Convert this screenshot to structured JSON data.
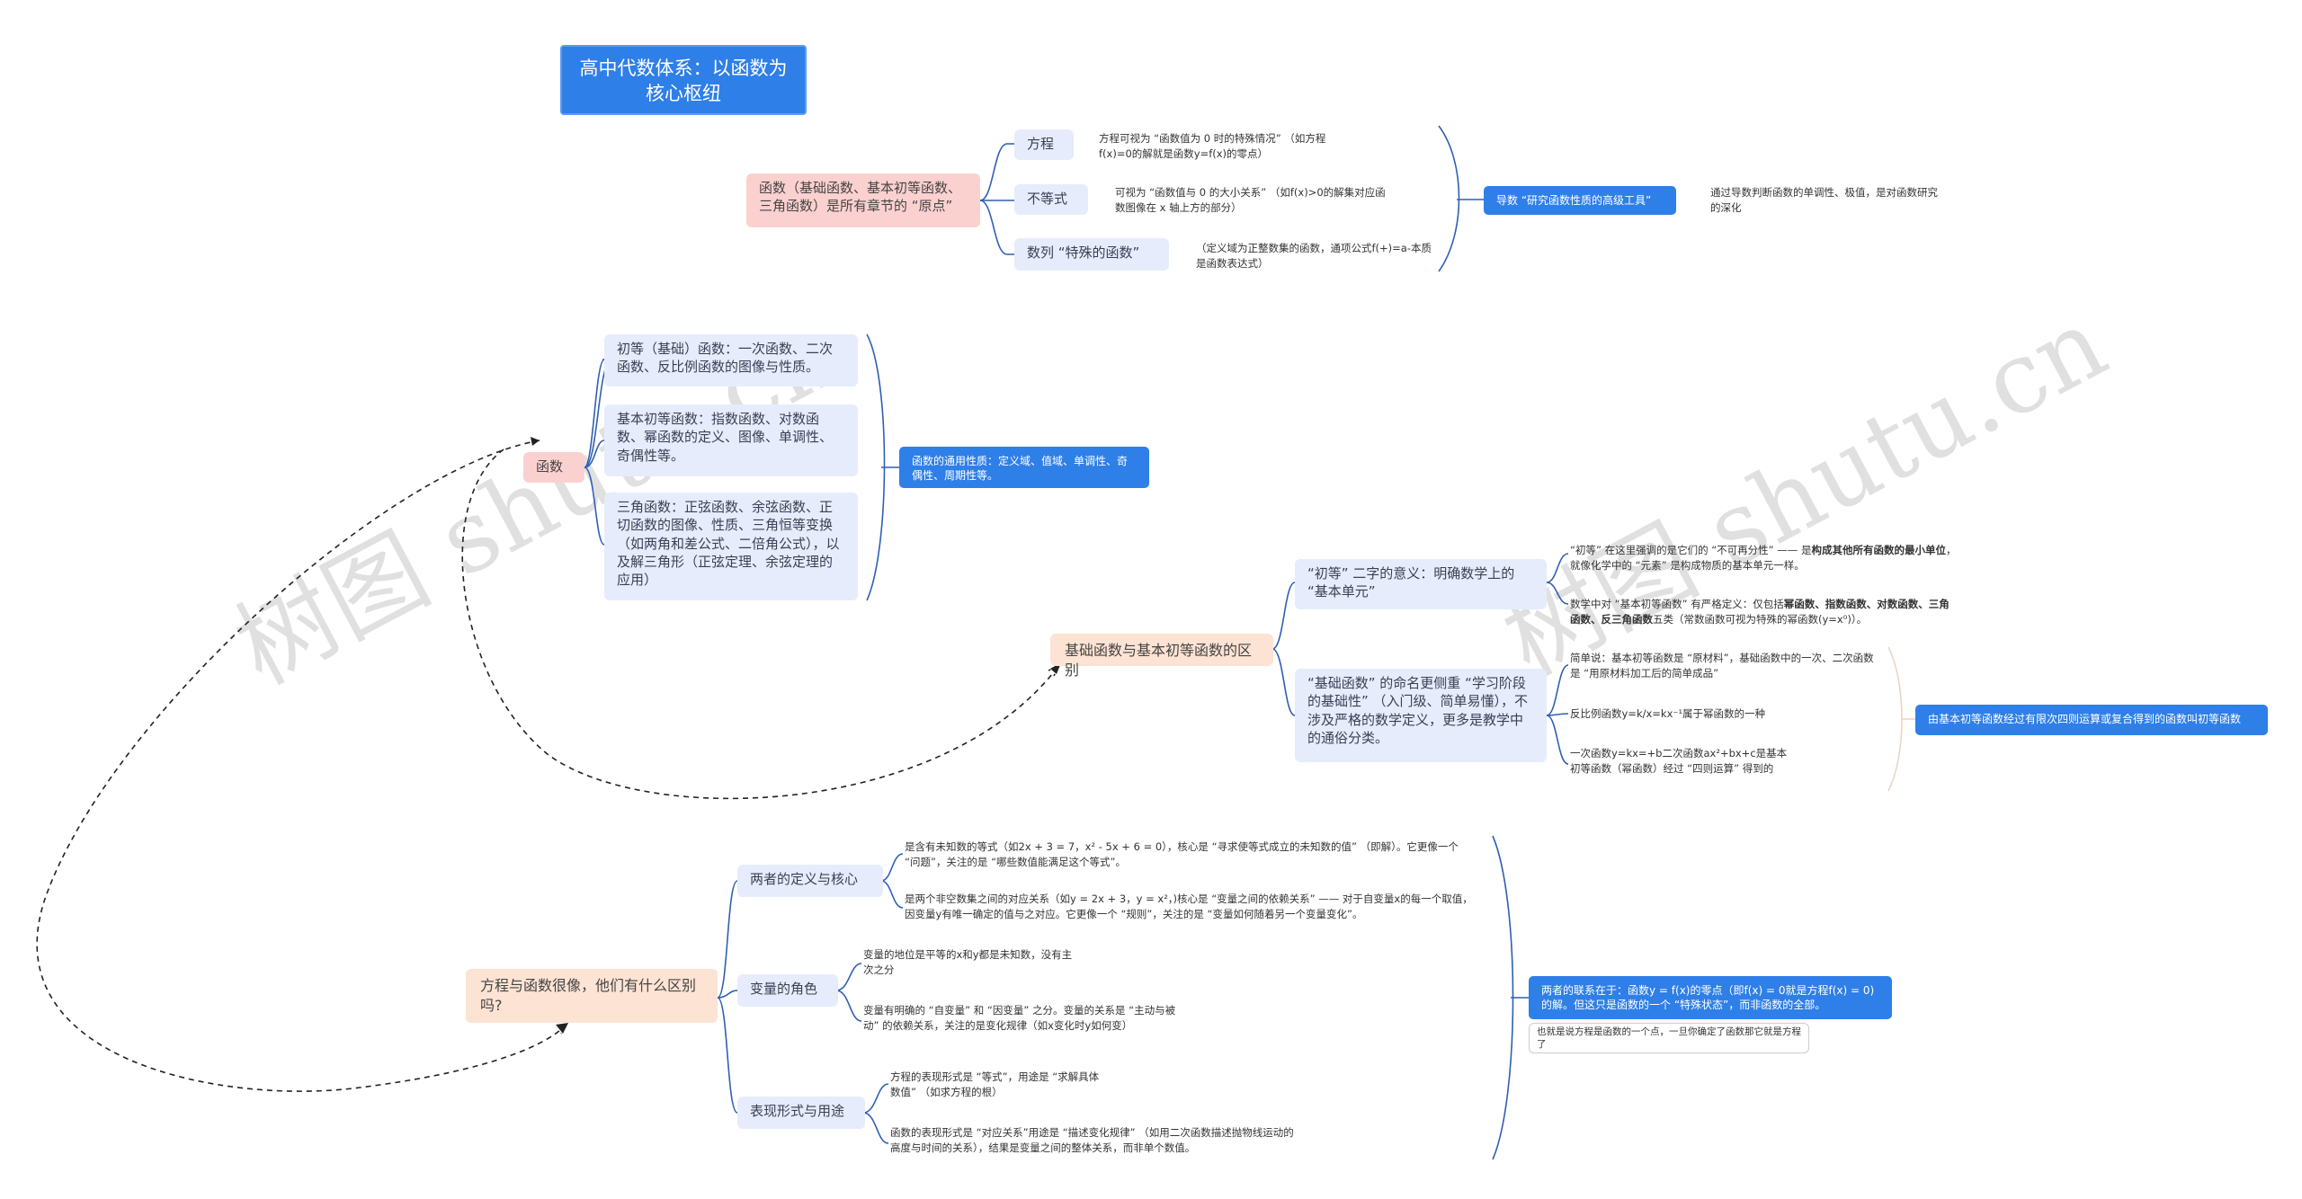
{
  "root": {
    "title": "高中代数体系：以函数为核心枢纽"
  },
  "section1": {
    "main": "函数（基础函数、基本初等函数、三角函数）是所有章节的 “原点”",
    "branches": [
      {
        "label": "方程",
        "detail": "方程可视为 “函数值为 0 时的特殊情况” （如方程f(x)=0的解就是函数y=f(x)的零点）"
      },
      {
        "label": "不等式",
        "detail": "可视为 “函数值与 0 的大小关系” （如f(x)>0的解集对应函数图像在 x 轴上方的部分）"
      },
      {
        "label": "数列 “特殊的函数”",
        "detail": "（定义域为正整数集的函数，通项公式f(+)=a-本质是函数表达式）"
      }
    ],
    "summary": "导数 “研究函数性质的高级工具”",
    "summary_detail": "通过导数判断函数的单调性、极值，是对函数研究的深化"
  },
  "section2": {
    "main": "函数",
    "branches": [
      "初等（基础）函数：一次函数、二次函数、反比例函数的图像与性质。",
      "基本初等函数：指数函数、对数函数、幂函数的定义、图像、单调性、奇偶性等。",
      "三角函数：正弦函数、余弦函数、正切函数的图像、性质、三角恒等变换（如两角和差公式、二倍角公式），以及解三角形（正弦定理、余弦定理的应用）"
    ],
    "summary": "函数的通用性质：定义域、值域、单调性、奇偶性、周期性等。"
  },
  "section3": {
    "main": "基础函数与基本初等函数的区别",
    "branch1": {
      "label": "“初等” 二字的意义：明确数学上的 “基本单元”",
      "d1_pre": "“初等” 在这里强调的是它们的 “不可再分性” —— 是",
      "d1_bold": "构成其他所有函数的最小单位",
      "d1_post": "，就像化学中的 “元素” 是构成物质的基本单元一样。",
      "d2_pre": "数学中对 “基本初等函数” 有严格定义：仅包括",
      "d2_bold": "幂函数、指数函数、对数函数、三角函数、反三角函数",
      "d2_post": "五类（常数函数可视为特殊的幂函数(y=x⁰)）。"
    },
    "branch2": {
      "label": "“基础函数” 的命名更侧重 “学习阶段的基础性” （入门级、简单易懂），不涉及严格的数学定义，更多是教学中的通俗分类。",
      "d1": "简单说：基本初等函数是 “原材料”，基础函数中的一次、二次函数是 “用原材料加工后的简单成品”",
      "d2": "反比例函数y=k/x=kx⁻¹属于幂函数的一种",
      "d3": "一次函数y=kx=+b二次函数ax²+bx+c是基本初等函数（幂函数）经过 “四则运算” 得到的"
    },
    "summary": "由基本初等函数经过有限次四则运算或复合得到的函数叫初等函数"
  },
  "section4": {
    "main": "方程与函数很像，他们有什么区别吗?",
    "branches": [
      {
        "label": "两者的定义与核心",
        "d1": "是含有未知数的等式（如2x + 3 = 7，x² - 5x + 6 = 0），核心是 “寻求使等式成立的未知数的值” （即解）。它更像一个 “问题”，关注的是 “哪些数值能满足这个等式”。",
        "d2": "是两个非空数集之间的对应关系（如y = 2x + 3，y = x²，)核心是 “变量之间的依赖关系” —— 对于自变量x的每一个取值，因变量y有唯一确定的值与之对应。它更像一个 “规则”，关注的是 “变量如何随着另一个变量变化”。"
      },
      {
        "label": "变量的角色",
        "d1": "变量的地位是平等的x和y都是未知数，没有主次之分",
        "d2": "变量有明确的 “自变量” 和 “因变量” 之分。变量的关系是 “主动与被动” 的依赖关系，关注的是变化规律（如x变化时y如何变）"
      },
      {
        "label": "表现形式与用途",
        "d1": "方程的表现形式是 “等式”，用途是 “求解具体数值” （如求方程的根）",
        "d2": "函数的表现形式是 “对应关系”用途是 “描述变化规律” （如用二次函数描述抛物线运动的高度与时间的关系），结果是变量之间的整体关系，而非单个数值。"
      }
    ],
    "summary": "两者的联系在于：函数y = f(x)的零点（即f(x) = 0就是方程f(x) = 0)的解。但这只是函数的一个 “特殊状态”，而非函数的全部。",
    "note": "也就是说方程是函数的一个点，一旦你确定了函数那它就是方程了"
  },
  "watermark": "树图 shutu.cn",
  "colors": {
    "accent": "#2f7fe8",
    "pink": "#fbd1d0",
    "peach": "#fde3d3",
    "lavender": "#e6ecfb"
  }
}
